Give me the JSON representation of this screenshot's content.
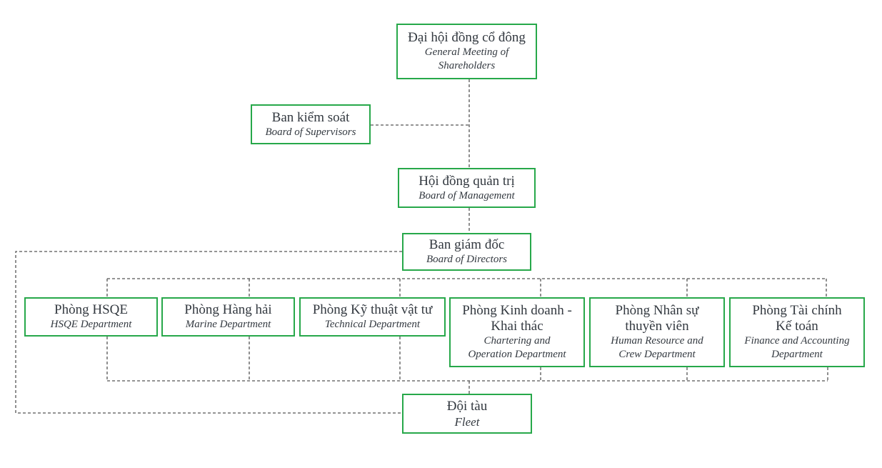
{
  "chart": {
    "nodes": {
      "gms": {
        "vi": "Đại hội đồng cổ đông",
        "en": "General Meeting of\nShareholders"
      },
      "supervisors": {
        "vi": "Ban kiểm soát",
        "en": "Board of Supervisors"
      },
      "management": {
        "vi": "Hội đồng quản trị",
        "en": "Board of Management"
      },
      "directors": {
        "vi": "Ban giám đốc",
        "en": "Board of Directors"
      },
      "hsqe": {
        "vi": "Phòng HSQE",
        "en": "HSQE Department"
      },
      "marine": {
        "vi": "Phòng Hàng hải",
        "en": "Marine Department"
      },
      "technical": {
        "vi": "Phòng Kỹ thuật vật tư",
        "en": "Technical Department"
      },
      "chartering": {
        "vi": "Phòng Kinh doanh -\nKhai thác",
        "en": "Chartering and\nOperation Department"
      },
      "hr": {
        "vi": "Phòng Nhân sự\nthuyền viên",
        "en": "Human Resource and\nCrew Department"
      },
      "finance": {
        "vi": "Phòng Tài chính\nKế toán",
        "en": "Finance and Accounting\nDepartment"
      },
      "fleet": {
        "vi": "Đội tàu",
        "en": "Fleet"
      }
    },
    "colors": {
      "border": "#27a84a",
      "connector": "#555555",
      "text": "#333940"
    }
  }
}
